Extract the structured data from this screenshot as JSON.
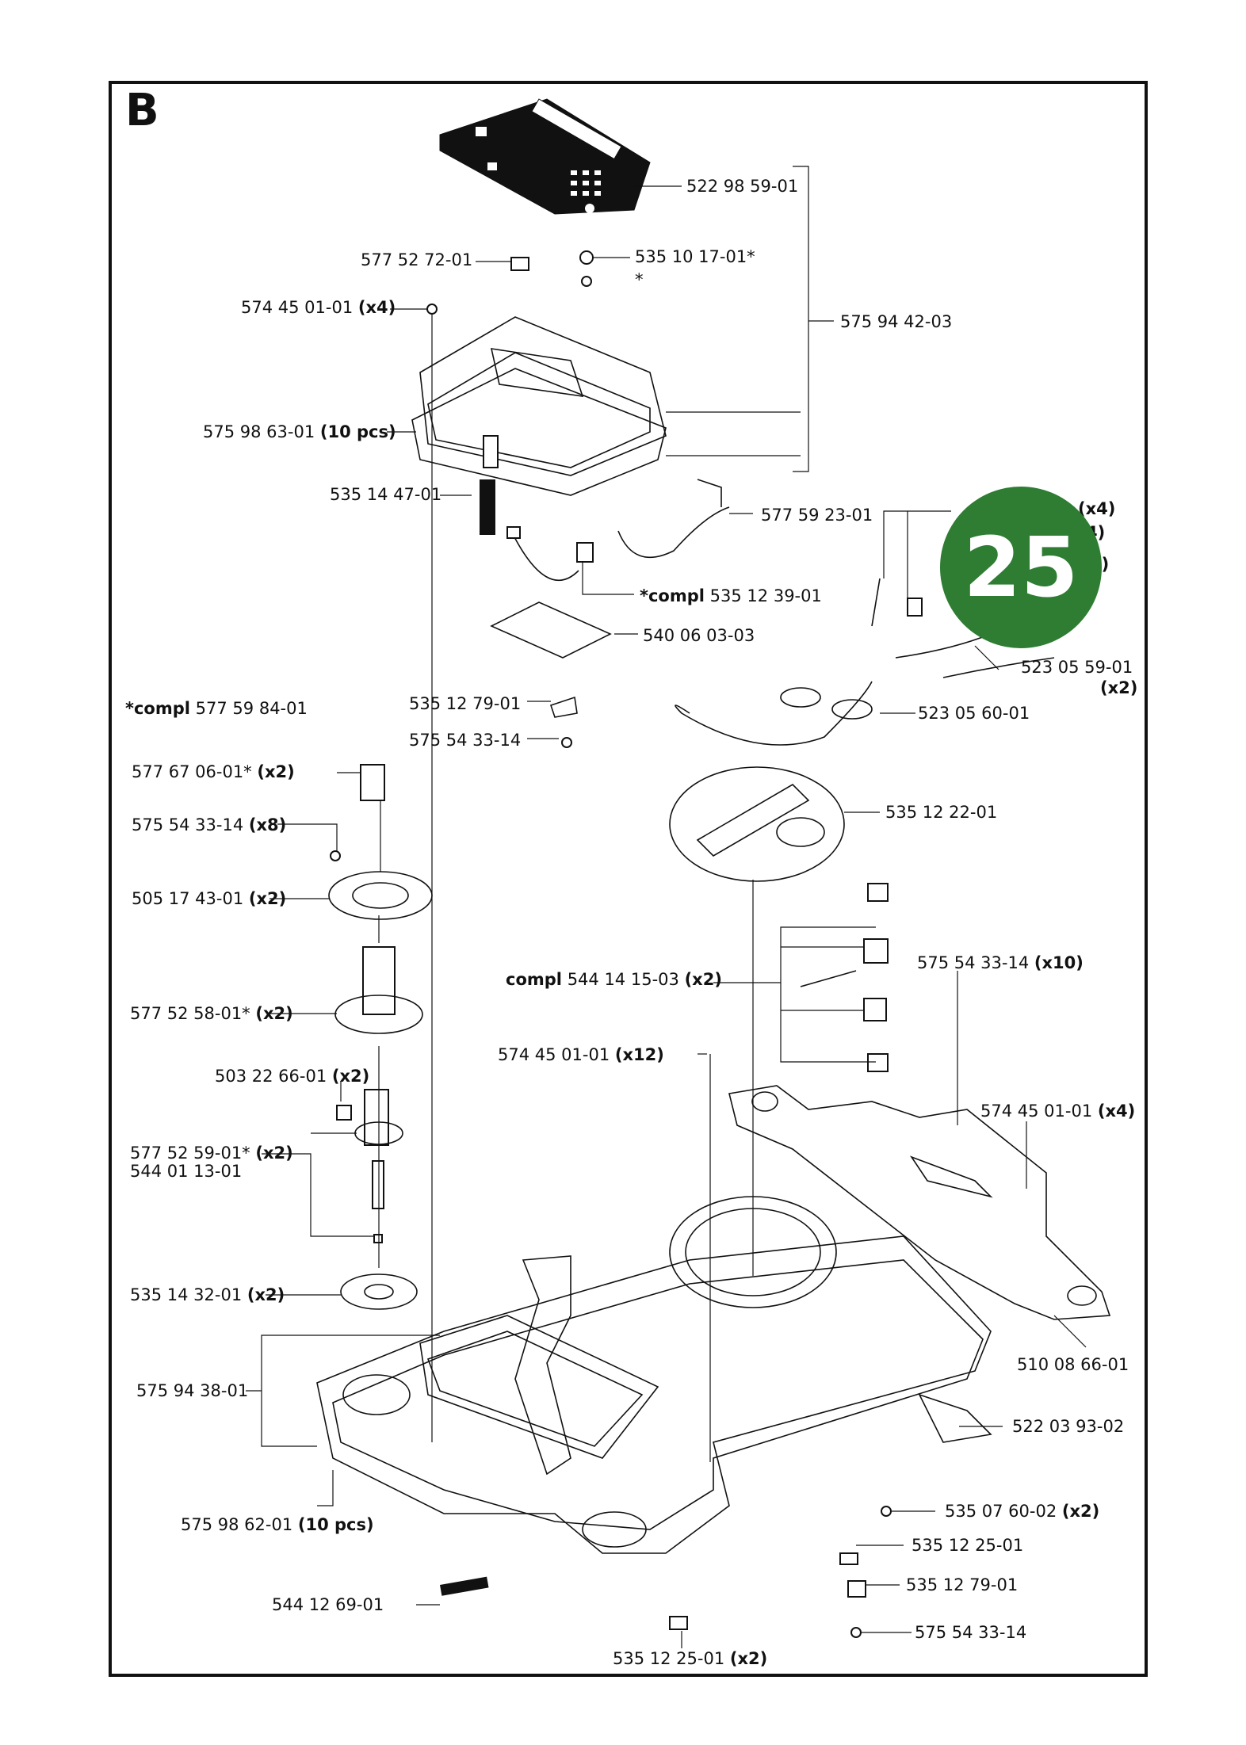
{
  "section_letter": "B",
  "page_badge": "25",
  "colors": {
    "badge": "#2e7d32",
    "line": "#111111"
  },
  "labels": [
    {
      "id": "l01",
      "num": "522 98 59-01"
    },
    {
      "id": "l02",
      "num": "577 52 72-01"
    },
    {
      "id": "l03",
      "num": "535 10 17-01*"
    },
    {
      "id": "l04",
      "num": "*"
    },
    {
      "id": "l05",
      "num": "574 45 01-01",
      "qty": "(x4)"
    },
    {
      "id": "l06",
      "num": "575 94 42-03"
    },
    {
      "id": "l07",
      "num": "575 98 63-01",
      "qty": "(10 pcs)"
    },
    {
      "id": "l08",
      "num": "535 14 47-01"
    },
    {
      "id": "l09",
      "num": "577 59 23-01"
    },
    {
      "id": "l10",
      "pre": "*compl",
      "num": "535 12 39-01"
    },
    {
      "id": "l11",
      "num": "540 06 03-03"
    },
    {
      "id": "l12",
      "pre": "*compl",
      "num": "577 59 84-01"
    },
    {
      "id": "l13",
      "num": "535 12 79-01"
    },
    {
      "id": "l14",
      "num": "575 54 33-14"
    },
    {
      "id": "l15",
      "num": "523 05 59-01",
      "qty": "(x2)"
    },
    {
      "id": "l16",
      "num": "523 05 60-01"
    },
    {
      "id": "l17",
      "num": "577 67 06-01*",
      "qty": "(x2)"
    },
    {
      "id": "l18",
      "num": "575 54 33-14",
      "qty": "(x8)"
    },
    {
      "id": "l19",
      "num": "505 17 43-01",
      "qty": "(x2)"
    },
    {
      "id": "l20",
      "num": "535 12 22-01"
    },
    {
      "id": "l21",
      "num": "575 54 33-14",
      "qty": "(x10)"
    },
    {
      "id": "l22",
      "pre": "compl",
      "num": "544 14 15-03",
      "qty": "(x2)"
    },
    {
      "id": "l23",
      "num": "577 52 58-01*",
      "qty": "(x2)"
    },
    {
      "id": "l24",
      "num": "574 45 01-01",
      "qty": "(x12)"
    },
    {
      "id": "l25",
      "num": "503 22 66-01",
      "qty": "(x2)"
    },
    {
      "id": "l26",
      "num": "574 45 01-01",
      "qty": "(x4)"
    },
    {
      "id": "l27",
      "num": "577 52 59-01*",
      "qty": "(x2)"
    },
    {
      "id": "l28",
      "num": "544 01 13-01"
    },
    {
      "id": "l29",
      "num": "535 14 32-01",
      "qty": "(x2)"
    },
    {
      "id": "l30",
      "num": "510 08 66-01"
    },
    {
      "id": "l31",
      "num": "575 94 38-01"
    },
    {
      "id": "l32",
      "num": "522 03 93-02"
    },
    {
      "id": "l33",
      "num": "535 07 60-02",
      "qty": "(x2)"
    },
    {
      "id": "l34",
      "num": "575 98 62-01",
      "qty": "(10 pcs)"
    },
    {
      "id": "l35",
      "num": "535 12 25-01"
    },
    {
      "id": "l36",
      "num": "535 12 79-01"
    },
    {
      "id": "l37",
      "num": "544 12 69-01"
    },
    {
      "id": "l38",
      "num": "575 54 33-14"
    },
    {
      "id": "l39",
      "num": "535 12 25-01",
      "qty": "(x2)"
    }
  ],
  "hidden_label_fragments": [
    {
      "id": "h1",
      "text": "(x4)"
    },
    {
      "id": "h2",
      "text": "4)"
    },
    {
      "id": "h3",
      "text": "2)"
    }
  ]
}
